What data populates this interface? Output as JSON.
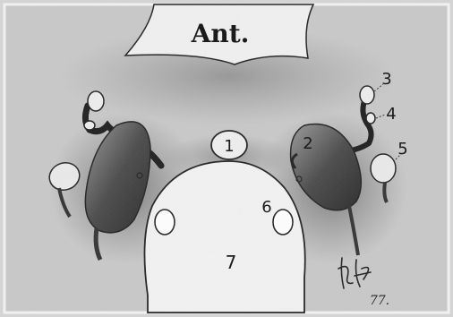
{
  "diagram": {
    "orientation_label": "Ant.",
    "labels": {
      "l1": "1",
      "l2": "2",
      "l3": "3",
      "l4": "4",
      "l5": "5",
      "l6": "6",
      "l7": "7"
    },
    "signature_year": "77."
  }
}
